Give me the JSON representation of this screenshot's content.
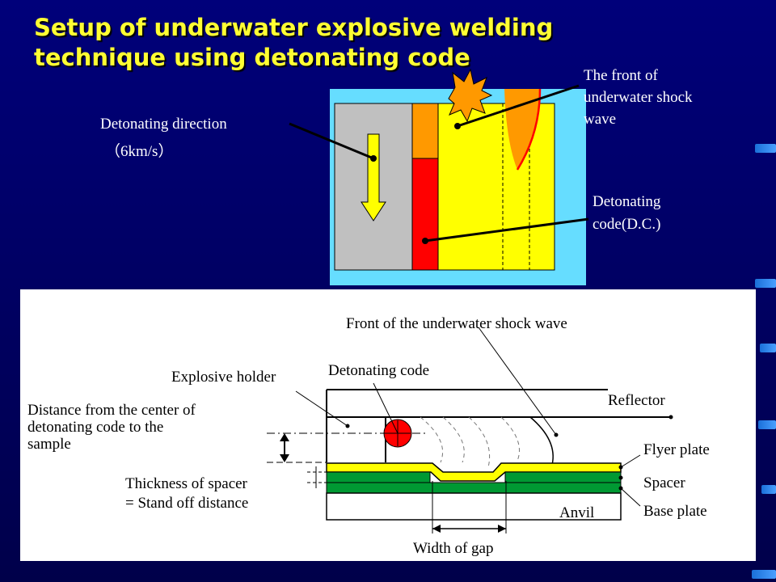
{
  "title": {
    "line1": "Setup of underwater explosive welding",
    "line2": "technique using detonating code"
  },
  "top_figure": {
    "detonating_direction": {
      "line1": "Detonating direction",
      "line2": "（6km/s）"
    },
    "shock_front": {
      "line1": "The front of",
      "line2": "underwater shock",
      "line3": "wave"
    },
    "detonating_code": {
      "line1": "Detonating",
      "line2": "code(D.C.)"
    }
  },
  "bottom_figure": {
    "front_shock_wave": "Front of the underwater shock wave",
    "explosive_holder": "Explosive holder",
    "detonating_code": "Detonating code",
    "reflector": "Reflector",
    "distance_label": {
      "line1": "Distance from the center of",
      "line2": "detonating code to the",
      "line3": "sample"
    },
    "flyer_plate": "Flyer plate",
    "spacer": "Spacer",
    "spacer_thickness": {
      "line1": "Thickness of spacer",
      "line2": "= Stand off distance"
    },
    "base_plate": "Base plate",
    "anvil": "Anvil",
    "width_of_gap": "Width of gap"
  },
  "colors": {
    "background": "#000070",
    "title": "#ffff33",
    "water": "#66ddff",
    "holder": "#c0c0c0",
    "explosive_burnt": "#ff9900",
    "explosive_unburnt": "#ff0000",
    "sample": "#ffff00",
    "spacer": "#009933"
  }
}
